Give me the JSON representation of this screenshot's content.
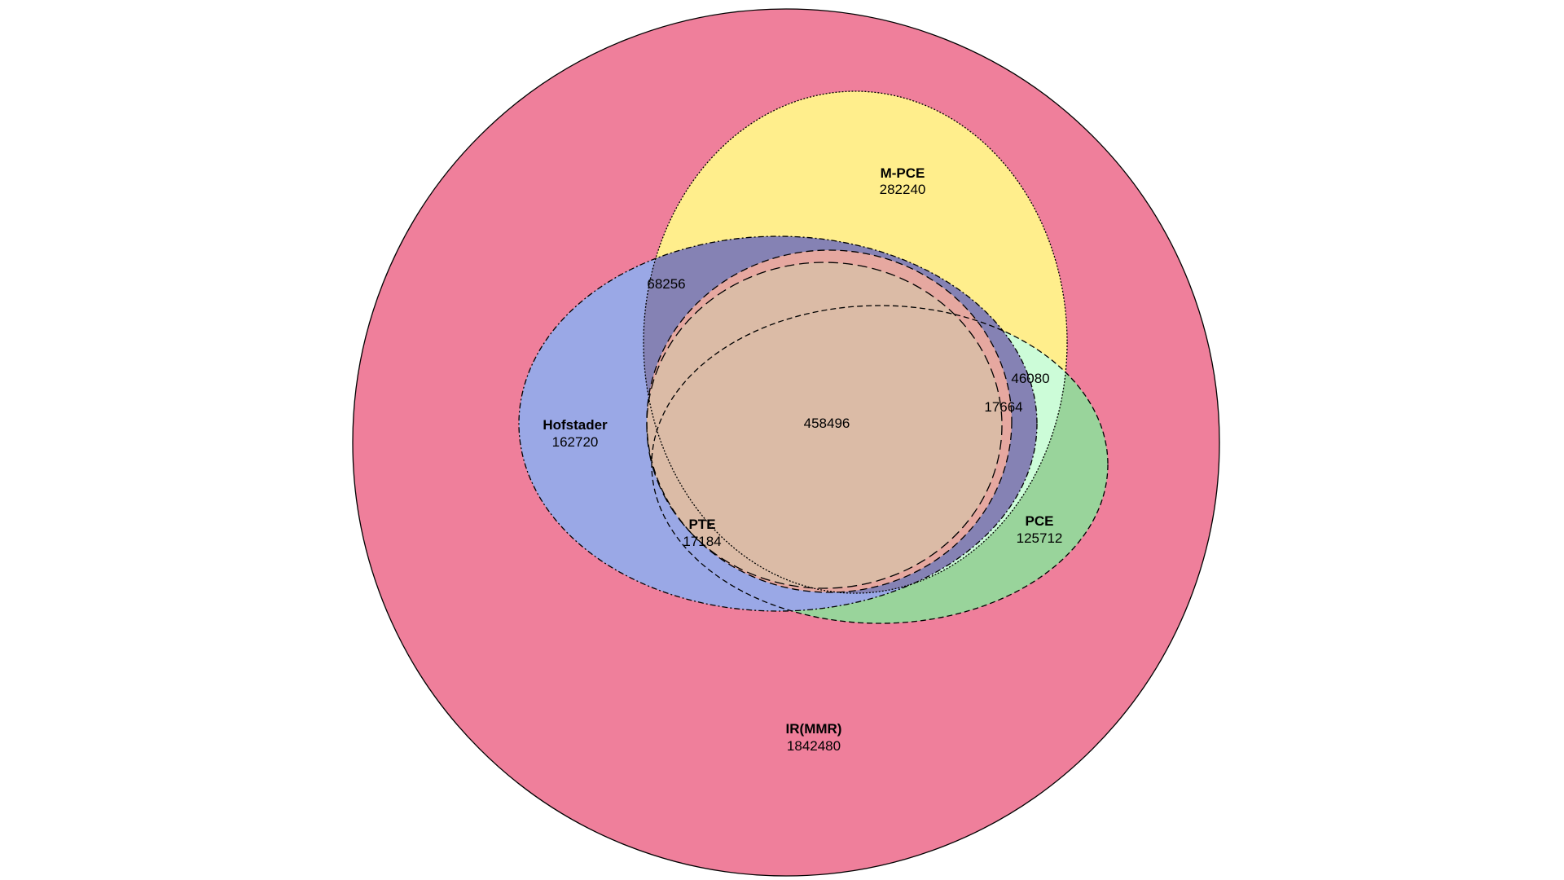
{
  "diagram": {
    "sets": [
      {
        "id": "ir",
        "name": "IR(MMR)",
        "count": "1842480",
        "color": "#ef7f9b"
      },
      {
        "id": "mpce",
        "name": "M-PCE",
        "count": "282240",
        "color": "#ffee8c"
      },
      {
        "id": "hof",
        "name": "Hofstader",
        "count": "162720",
        "color": "#9aa8e6"
      },
      {
        "id": "pce",
        "name": "PCE",
        "count": "125712",
        "color": "#99d49b"
      },
      {
        "id": "pte",
        "name": "PTE",
        "count": "17184",
        "color": "#e6a8a0"
      }
    ],
    "regions": {
      "mpce_hof": "68256",
      "mpce_pce": "46080",
      "mpce_pce_pte": "17664",
      "all_core": "458496"
    },
    "colors": {
      "mpce_hof": "#8582b4",
      "mpce_pce_light": "#ccfcd8",
      "core": "#dbbba6",
      "outline": "#000000"
    }
  }
}
